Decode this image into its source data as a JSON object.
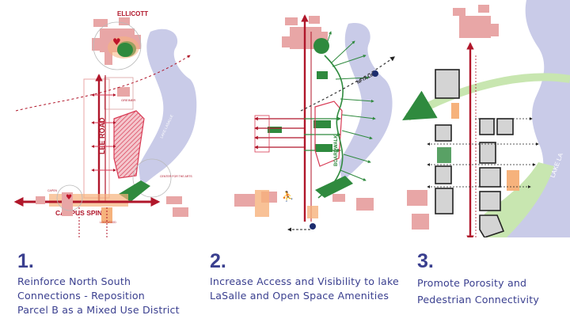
{
  "labels": {
    "ellicott": "ELLICOTT",
    "greiner": "GREINER",
    "lee_road": "LEE ROAD",
    "campus_spine": "CAMPUS SPINE",
    "lake_lasalle_1": "LAKE LASALLE",
    "center_for_arts": "CENTER FOR THE ARTS",
    "capen": "CAPEN",
    "lockwood": "LOCKWOOD",
    "nfta_line": "NFTA LINE",
    "boardwalk": "BOARDWALK",
    "lake_lasalle_3": "LAKE LA"
  },
  "panels": [
    {
      "number": "1.",
      "text": "Reinforce North South\nConnections - Reposition\nParcel B as a Mixed Use District"
    },
    {
      "number": "2.",
      "text": "Increase Access and Visibility to lake\nLaSalle and Open Space Amenities"
    },
    {
      "number": "3.",
      "text": "Promote Porosity and\nPedestrian Connectivity"
    }
  ],
  "colors": {
    "accent_red": "#b0162a",
    "building_pink": "#e8a6a6",
    "lake_blue": "#c9cbe8",
    "green": "#2f8a3e",
    "orange": "#f6b27c",
    "caption_blue": "#3a3f8f"
  },
  "icons": [
    "heart-icon",
    "pedestrian-icon",
    "transit-stop-icon"
  ]
}
